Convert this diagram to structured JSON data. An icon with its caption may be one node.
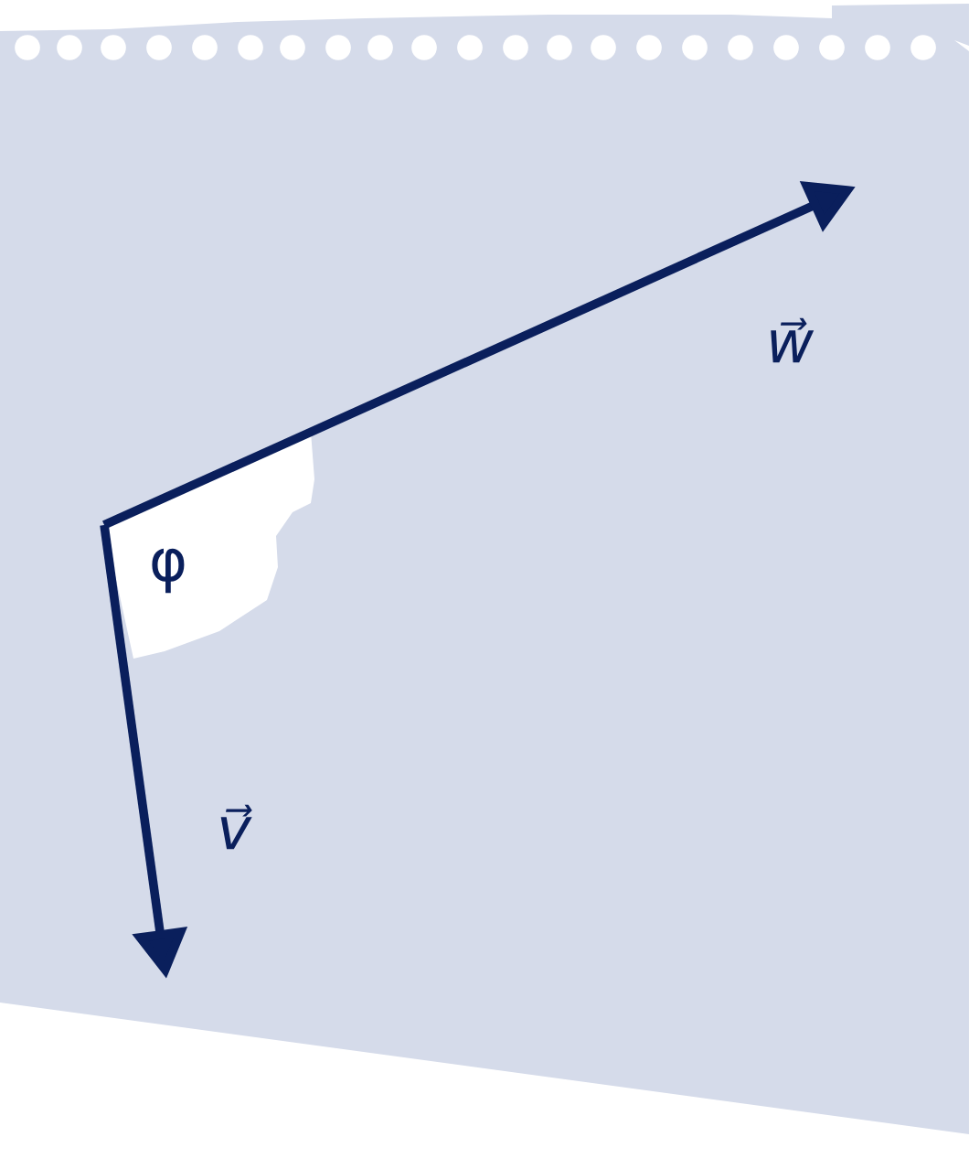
{
  "diagram": {
    "labels": [
      "w⃗",
      "φ",
      "v⃗"
    ]
  }
}
